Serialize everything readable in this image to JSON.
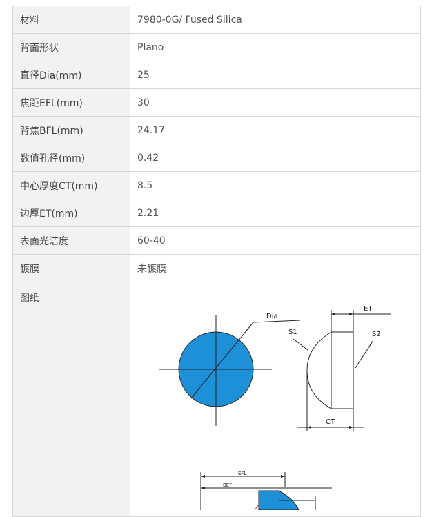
{
  "specs": [
    {
      "label": "材料",
      "value": "7980-0G/ Fused Silica"
    },
    {
      "label": "背面形状",
      "value": "Plano"
    },
    {
      "label": "直径Dia(mm)",
      "value": "25"
    },
    {
      "label": "焦距EFL(mm)",
      "value": "30"
    },
    {
      "label": "背焦BFL(mm)",
      "value": "24.17"
    },
    {
      "label": "数值孔径(mm)",
      "value": "0.42"
    },
    {
      "label": "中心厚度CT(mm)",
      "value": "8.5"
    },
    {
      "label": "边厚ET(mm)",
      "value": "2.21"
    },
    {
      "label": "表面光洁度",
      "value": "60-40"
    },
    {
      "label": "镀膜",
      "value": "未镀膜"
    }
  ],
  "drawing": {
    "label": "图纸",
    "dia_label": "Dia",
    "et_label": "ET",
    "s1_label": "S1",
    "s2_label": "S2",
    "ct_label": "CT",
    "efl_label": "EFL",
    "bef_label": "BEF",
    "lens_color": "#1e90d8"
  }
}
